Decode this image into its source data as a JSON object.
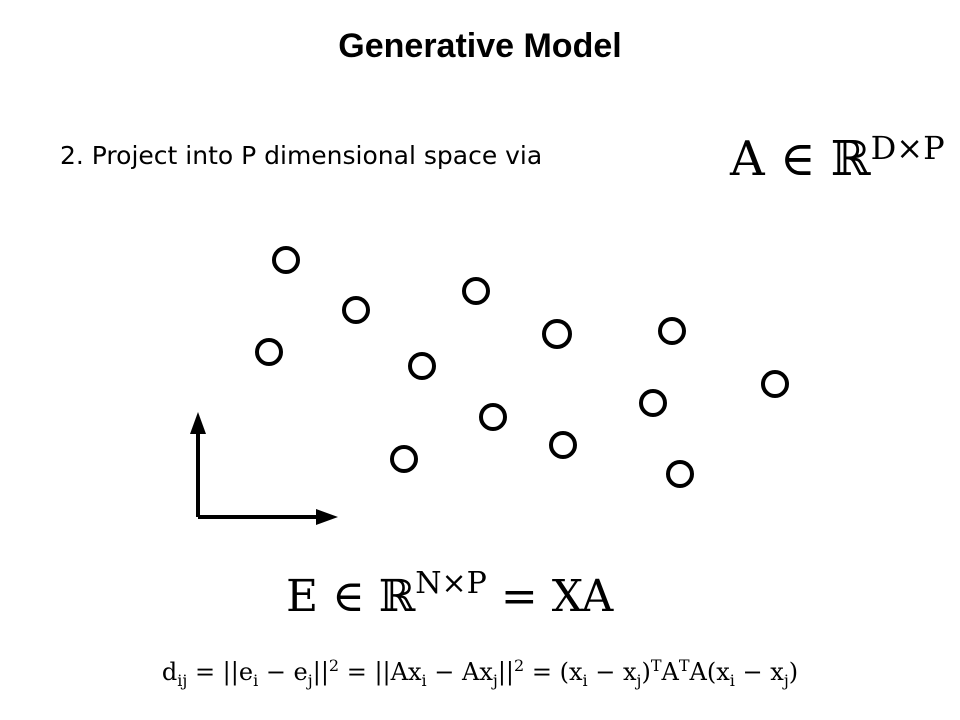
{
  "title": "Generative Model",
  "step": {
    "text": "2. Project into P dimensional space via"
  },
  "formulas": {
    "projection_matrix": "A ∈ ℝ^{D×P}",
    "embedding": "E ∈ ℝ^{N×P} = XA",
    "distance": "d_ij = ||e_i − e_j||² = ||Ax_i − Ax_j||² = (x_i − x_j)^T A^T A(x_i − x_j)"
  }
}
